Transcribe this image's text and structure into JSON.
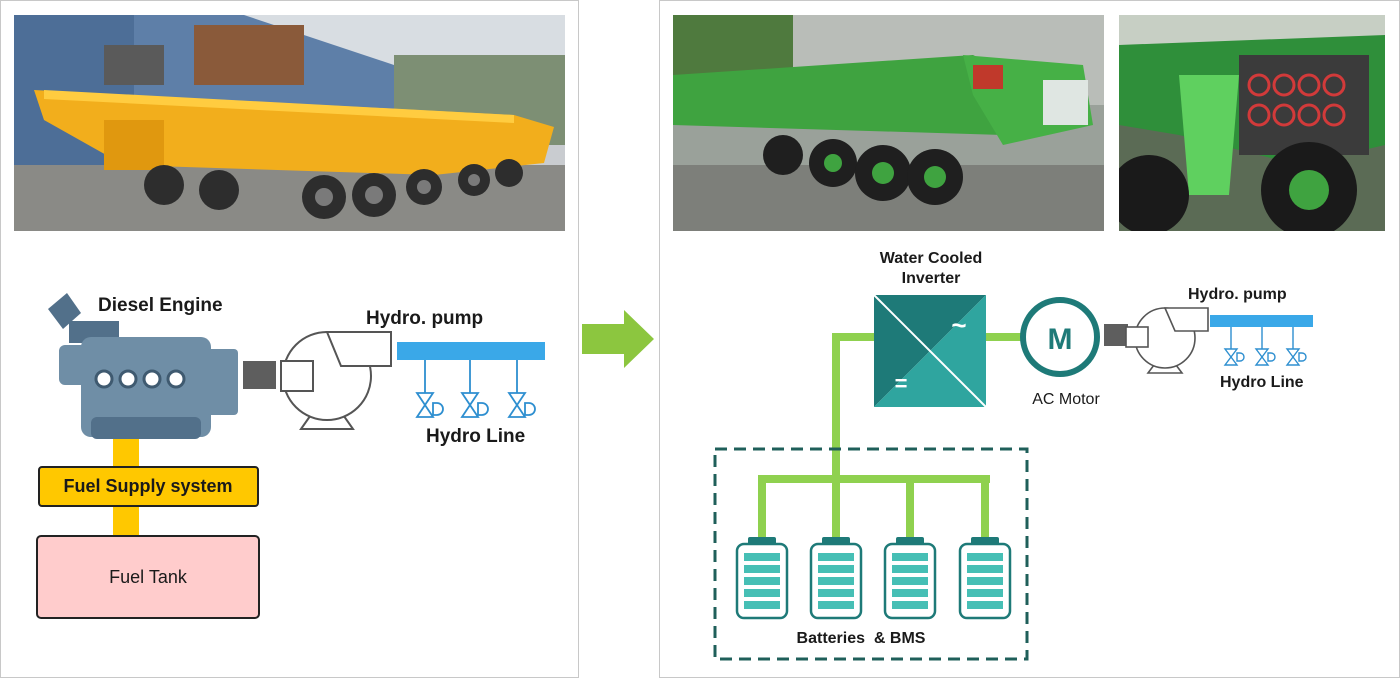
{
  "diesel": {
    "engine_label": "Diesel Engine",
    "pump_label": "Hydro. pump",
    "hydro_line_label": "Hydro Line",
    "fuel_supply_label": "Fuel Supply system",
    "fuel_tank_label": "Fuel Tank"
  },
  "electric": {
    "inverter_label_line1": "Water Cooled",
    "inverter_label_line2": "Inverter",
    "inverter_ac_symbol": "~",
    "inverter_dc_symbol": "=",
    "motor_symbol": "M",
    "motor_label": "AC Motor",
    "pump_label": "Hydro. pump",
    "hydro_line_label": "Hydro Line",
    "battery_label": "Batteries  & BMS"
  },
  "colors": {
    "engine_body": "#6f8ea6",
    "fuel_yellow": "#ffc800",
    "fuel_tank_fill": "#ffcccc",
    "hydro_line_blue": "#3aa8e8",
    "arrow_green": "#8cc63f",
    "power_green": "#8fd14f",
    "inverter_dark": "#1e7a78",
    "inverter_light": "#2fa59f",
    "battery_teal": "#46bfb5",
    "dashed_box": "#1f5f5a"
  }
}
